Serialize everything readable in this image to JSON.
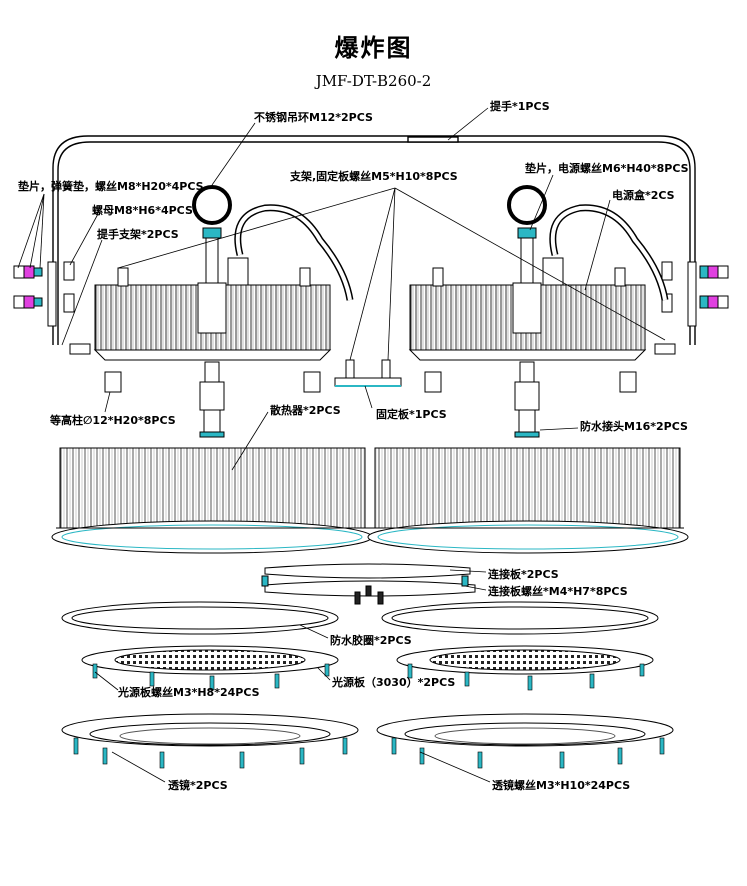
{
  "title": "爆炸图",
  "model": "JMF-DT-B260-2",
  "labels": {
    "eyebolt": "不锈钢吊环M12*2PCS",
    "handle": "提手*1PCS",
    "washers": "垫片，弹簧垫，螺丝M8*H20*4PCS",
    "nut": "螺母M8*H6*4PCS",
    "handle_bracket": "提手支架*2PCS",
    "bracket_screws": "支架,固定板螺丝M5*H10*8PCS",
    "psu_screws": "垫片，电源螺丝M6*H40*8PCS",
    "psu_box": "电源盒*2CS",
    "standoff": "等高柱∅12*H20*8PCS",
    "heatsink": "散热器*2PCS",
    "fix_plate": "固定板*1PCS",
    "gland": "防水接头M16*2PCS",
    "link_plate": "连接板*2PCS",
    "link_screws": "连接板螺丝*M4*H7*8PCS",
    "gasket": "防水胶圈*2PCS",
    "led_screws": "光源板螺丝M3*H8*24PCS",
    "led_board": "光源板（3030）*2PCS",
    "lens": "透镜*2PCS",
    "lens_screws": "透镜螺丝M3*H10*24PCS"
  },
  "colors": {
    "line": "#000000",
    "accent": "#2bb7c4",
    "magenta": "#e040e0"
  }
}
